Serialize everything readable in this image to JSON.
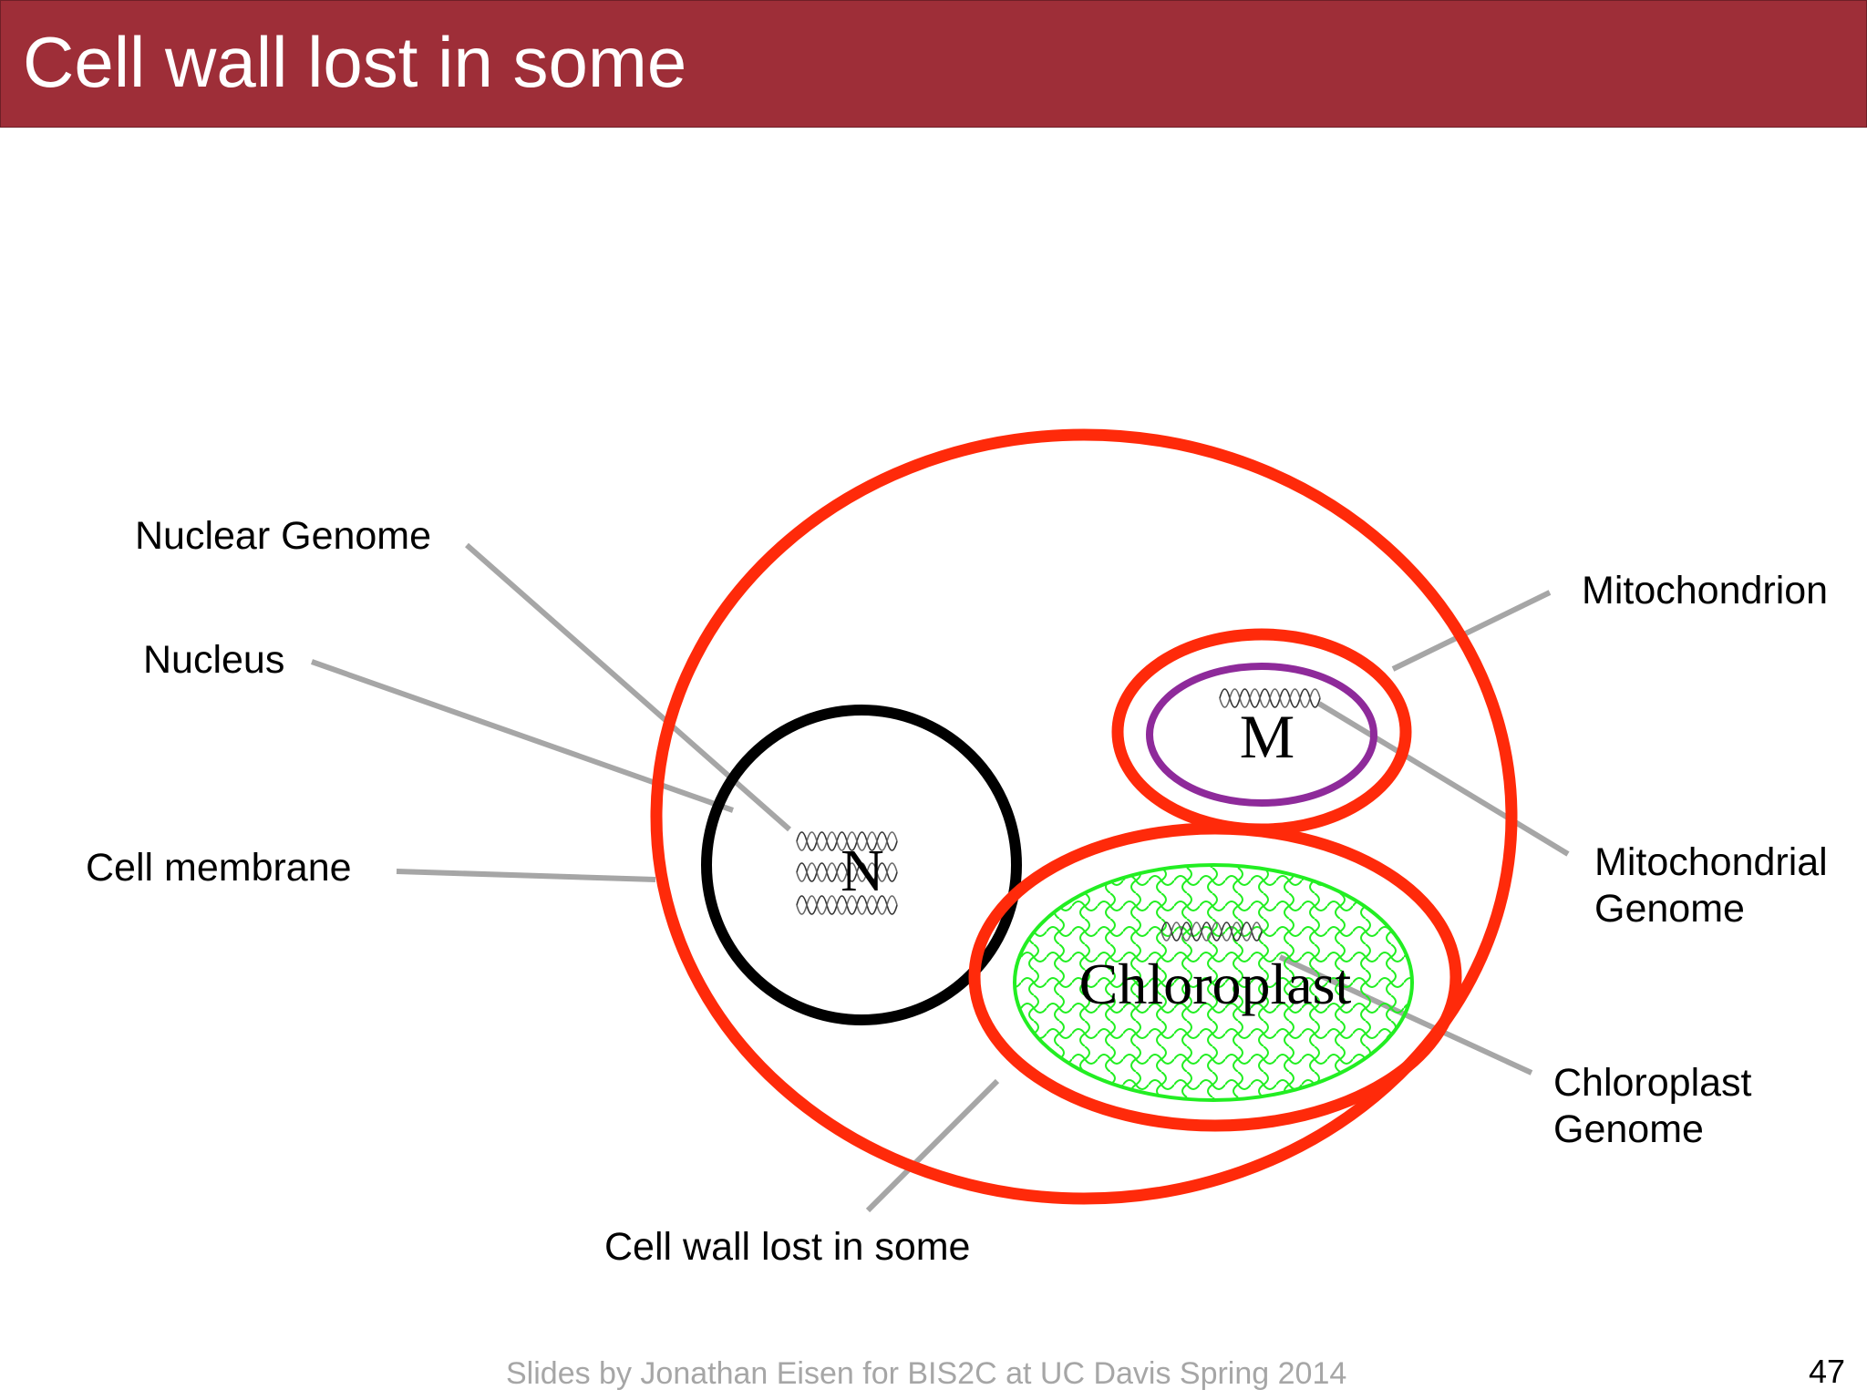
{
  "slide": {
    "title": "Cell wall lost in some",
    "footer": "Slides by Jonathan Eisen for BIS2C at UC Davis Spring 2014",
    "page_number": "47"
  },
  "labels": {
    "nuclear_genome": "Nuclear Genome",
    "nucleus": "Nucleus",
    "cell_membrane": "Cell membrane",
    "mitochondrion": "Mitochondrion",
    "mitochondrial_genome_1": "Mitochondrial",
    "mitochondrial_genome_2": "Genome",
    "chloroplast_genome_1": "Chloroplast",
    "chloroplast_genome_2": "Genome",
    "cell_wall": "Cell wall lost in some"
  },
  "organelles": {
    "nucleus_letter": "N",
    "mitochondrion_letter": "M",
    "chloroplast_name": "Chloroplast"
  },
  "colors": {
    "title_bar": "#9e2e38",
    "membrane_red": "#ff2a0a",
    "nucleus_black": "#000000",
    "mito_inner_purple": "#8e2a9a",
    "chloroplast_green": "#22ee22",
    "leader_line": "#a6a6a6"
  }
}
